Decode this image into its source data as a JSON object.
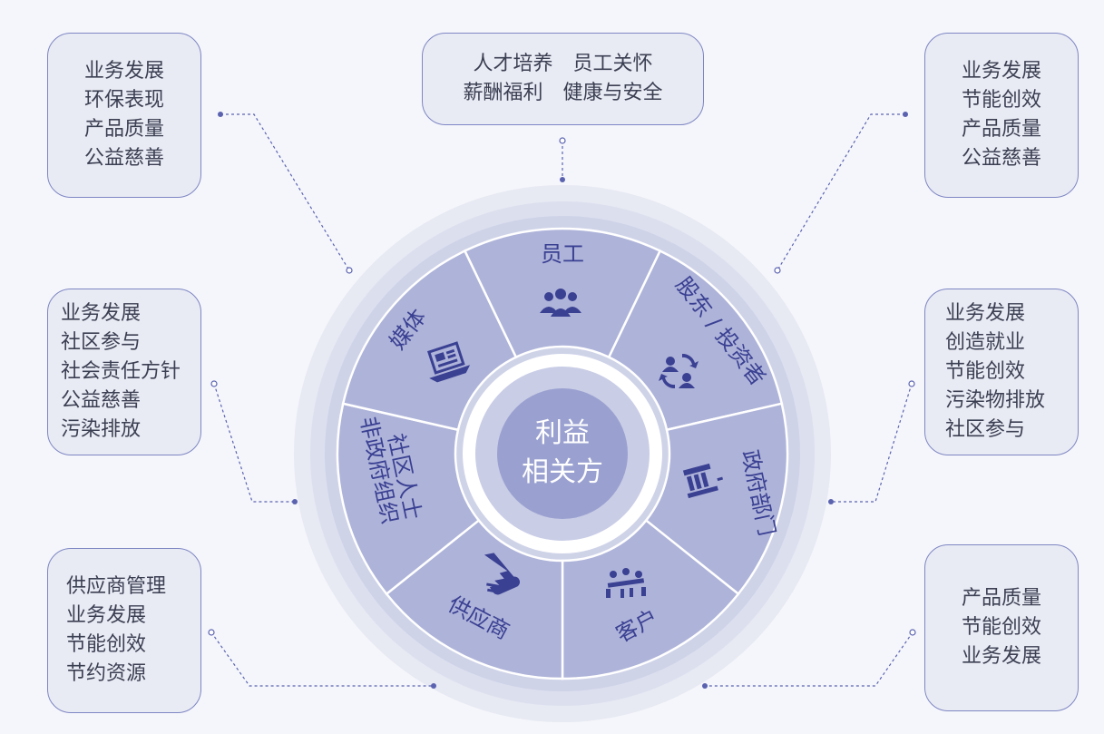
{
  "center": {
    "line1": "利益",
    "line2": "相关方"
  },
  "segments": [
    {
      "label": "员工",
      "icon": "people-group-icon"
    },
    {
      "label": "股东 / 投资者",
      "icon": "exchange-people-icon"
    },
    {
      "label": "政府部门",
      "icon": "government-building-icon"
    },
    {
      "label": "客户",
      "icon": "meeting-table-icon"
    },
    {
      "label": "供应商",
      "icon": "handshake-icon"
    },
    {
      "label": "社区人士",
      "label2": "非政府组织",
      "icon": ""
    },
    {
      "label": "媒体",
      "icon": "laptop-news-icon"
    }
  ],
  "cards": {
    "top": {
      "items": [
        "人才培养",
        "员工关怀",
        "薪酬福利",
        "健康与安全"
      ]
    },
    "top_left": {
      "items": [
        "业务发展",
        "环保表现",
        "产品质量",
        "公益慈善"
      ]
    },
    "mid_left": {
      "items": [
        "业务发展",
        "社区参与",
        "社会责任方针",
        "公益慈善",
        "污染排放"
      ]
    },
    "bottom_left": {
      "items": [
        "供应商管理",
        "业务发展",
        "节能创效",
        "节约资源"
      ]
    },
    "top_right": {
      "items": [
        "业务发展",
        "节能创效",
        "产品质量",
        "公益慈善"
      ]
    },
    "mid_right": {
      "items": [
        "业务发展",
        "创造就业",
        "节能创效",
        "污染物排放",
        "社区参与"
      ]
    },
    "bottom_right": {
      "items": [
        "产品质量",
        "节能创效",
        "业务发展"
      ]
    }
  },
  "colors": {
    "segment_fill": "#aeb3d9",
    "segment_border": "#ffffff",
    "core_fill": "#9aa1d0",
    "ring_outer": "#dfe1ee",
    "accent": "#3a4092",
    "connector": "#5b63b0"
  }
}
